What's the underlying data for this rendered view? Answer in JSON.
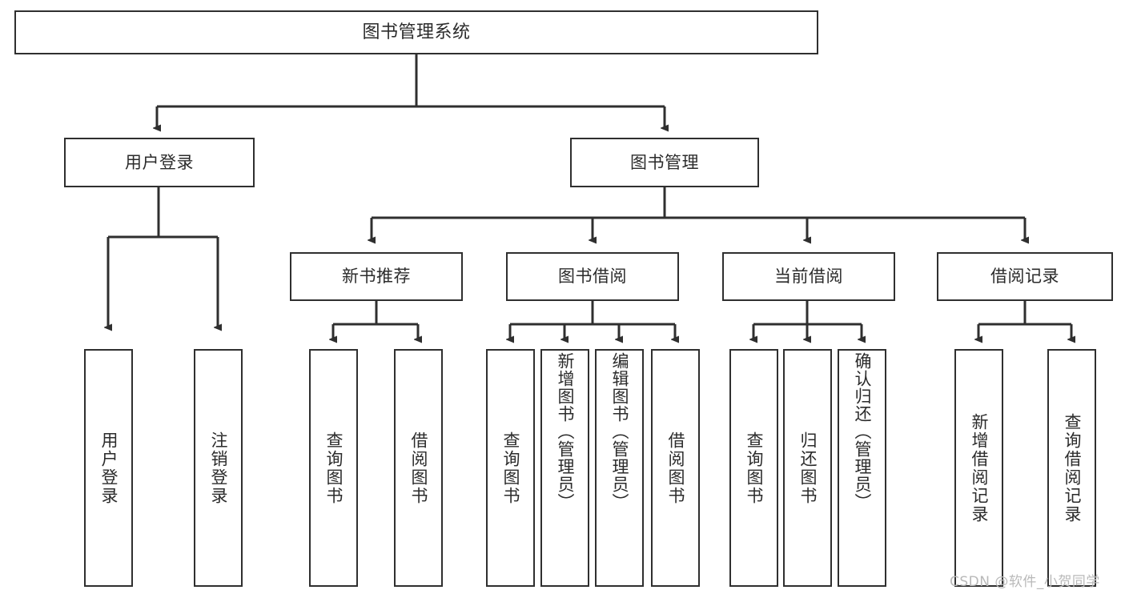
{
  "diagram": {
    "title": "图书管理系统",
    "type": "tree-hierarchy",
    "stroke_color": "#2f2f2f",
    "text_color": "#2b2b2b",
    "background": "#ffffff",
    "nodes": {
      "root": {
        "label": "图书管理系统"
      },
      "level2": [
        {
          "label": "用户登录"
        },
        {
          "label": "图书管理"
        }
      ],
      "level3": [
        {
          "label": "新书推荐"
        },
        {
          "label": "图书借阅"
        },
        {
          "label": "当前借阅"
        },
        {
          "label": "借阅记录"
        }
      ],
      "leaves_user_login": [
        {
          "label": "用户登录"
        },
        {
          "label": "注销登录"
        }
      ],
      "leaves_new_books": [
        {
          "label": "查询图书"
        },
        {
          "label": "借阅图书"
        }
      ],
      "leaves_borrow": [
        {
          "label": "查询图书"
        },
        {
          "label": "新增图书（管理员）"
        },
        {
          "label": "编辑图书（管理员）"
        },
        {
          "label": "借阅图书"
        }
      ],
      "leaves_current": [
        {
          "label": "查询图书"
        },
        {
          "label": "归还图书"
        },
        {
          "label": "确认归还（管理员）"
        }
      ],
      "leaves_records": [
        {
          "label": "新增借阅记录"
        },
        {
          "label": "查询借阅记录"
        }
      ]
    }
  },
  "watermark": {
    "text": "CSDN @软件_小贺同学"
  }
}
